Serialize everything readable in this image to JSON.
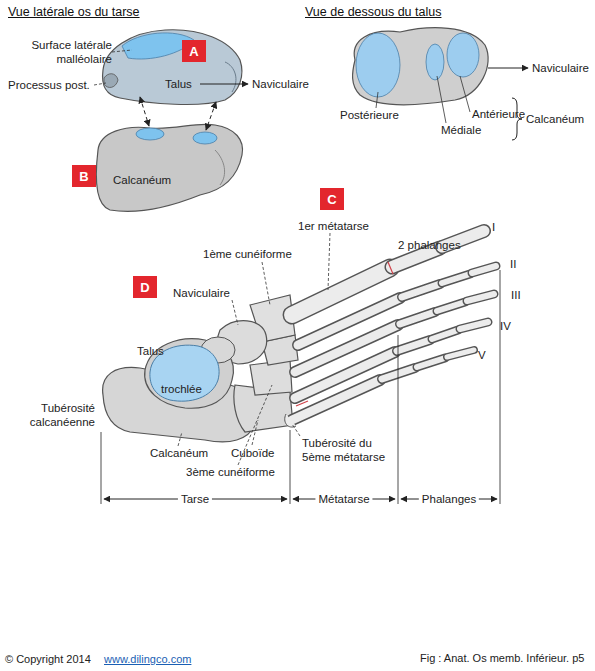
{
  "diagram": {
    "caption": "Fig : Anat. Os memb. Inférieur. p5",
    "nodes": [
      {
        "text": [
          "A"
        ]
      },
      {
        "text": [
          "B"
        ]
      },
      {
        "text": [
          "C"
        ]
      },
      {
        "text": [
          "D"
        ]
      }
    ],
    "labels": [
      "Vue latérale os du tarse",
      "Vue de dessous du talus",
      "Surface latérale malléolaire",
      "Processus post.",
      "Talus",
      "Naviculaire",
      "Calcanéum",
      "Naviculaire",
      "Postérieure",
      "Antérieure",
      "Médiale",
      "Calcanéum",
      "1er métatarse",
      "2 phalanges",
      "I",
      "II",
      "III",
      "IV",
      "V",
      "1ème cunéiforme",
      "Naviculaire",
      "Talus",
      "trochlée",
      "Tubérosité calcanéenne",
      "Calcanéum",
      "Cuboïde",
      "3ème cunéiforme",
      "Tubérosité du 5ème métatarse",
      "Tarse",
      "Métatarse",
      "Phalanges",
      "© Copyright 2014",
      "www.dilingco.com"
    ]
  }
}
